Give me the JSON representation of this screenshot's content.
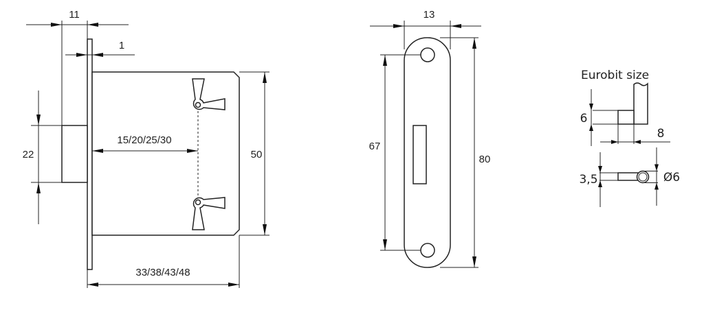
{
  "lock_view": {
    "dim_backset_width": "11",
    "dim_faceplate_thickness": "1",
    "dim_bolt_height": "22",
    "dim_backset": "15/20/25/30",
    "dim_body_height": "50",
    "dim_case_depth": "33/38/43/48"
  },
  "strike_plate": {
    "dim_width": "13",
    "dim_hole_spacing": "67",
    "dim_length": "80"
  },
  "eurobit": {
    "title": "Eurobit size",
    "dim_bit_height": "6",
    "dim_bit_length": "8",
    "dim_shaft": "3,5",
    "dim_diameter": "Ø6"
  }
}
